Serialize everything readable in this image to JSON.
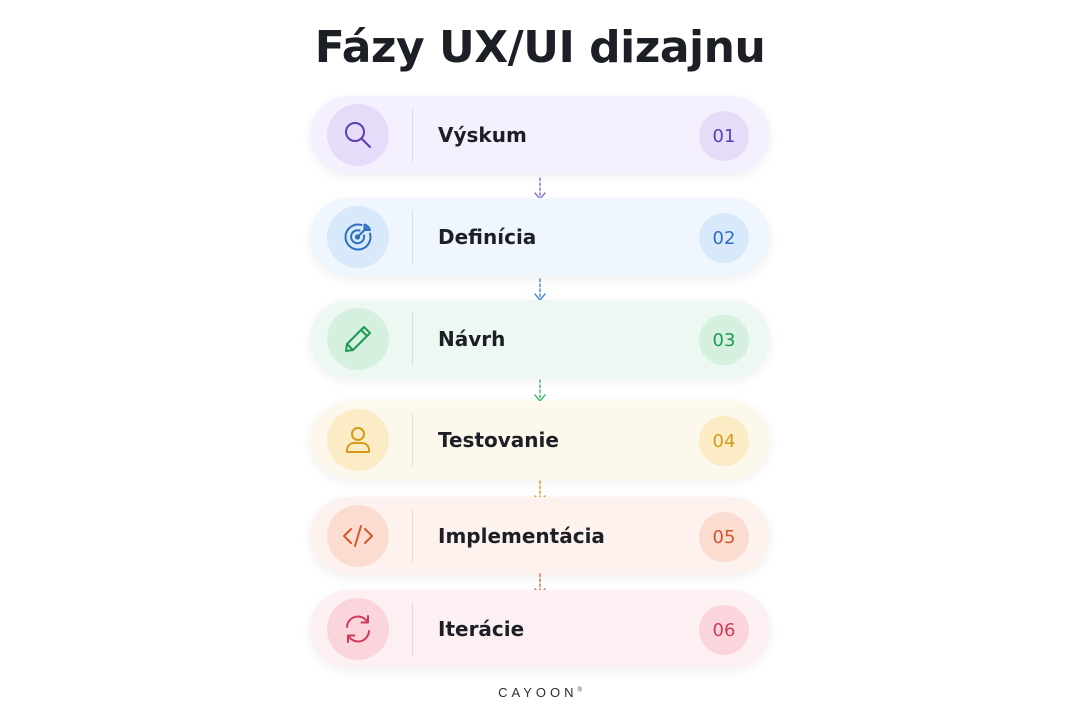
{
  "title": "Fázy UX/UI dizajnu",
  "brand": "CAYOON",
  "brand_mark": "®",
  "steps": [
    {
      "label": "Výskum",
      "number": "01",
      "icon": "magnifier-icon",
      "bg": "#f4f0fd",
      "circle": "#e6dcfa",
      "accent": "#5b3fb0",
      "arrow": "#8a7cc4"
    },
    {
      "label": "Definícia",
      "number": "02",
      "icon": "target-icon",
      "bg": "#eff6fd",
      "circle": "#d8e9fb",
      "accent": "#2f6fc0",
      "arrow": "#4a8fd6"
    },
    {
      "label": "Návrh",
      "number": "03",
      "icon": "pencil-icon",
      "bg": "#eef8f2",
      "circle": "#d5f0df",
      "accent": "#1f9a55",
      "arrow": "#49b97a"
    },
    {
      "label": "Testovanie",
      "number": "04",
      "icon": "user-icon",
      "bg": "#fdf8ec",
      "circle": "#fcecc6",
      "accent": "#d49a1c",
      "arrow": "#e0a02a"
    },
    {
      "label": "Implementácia",
      "number": "05",
      "icon": "code-icon",
      "bg": "#fdf2ed",
      "circle": "#fbdcd0",
      "accent": "#d4562e",
      "arrow": "#d9744f"
    },
    {
      "label": "Iterácie",
      "number": "06",
      "icon": "refresh-icon",
      "bg": "#fdf0f2",
      "circle": "#fad6dc",
      "accent": "#d23a5c",
      "arrow": "#d23a5c"
    }
  ]
}
